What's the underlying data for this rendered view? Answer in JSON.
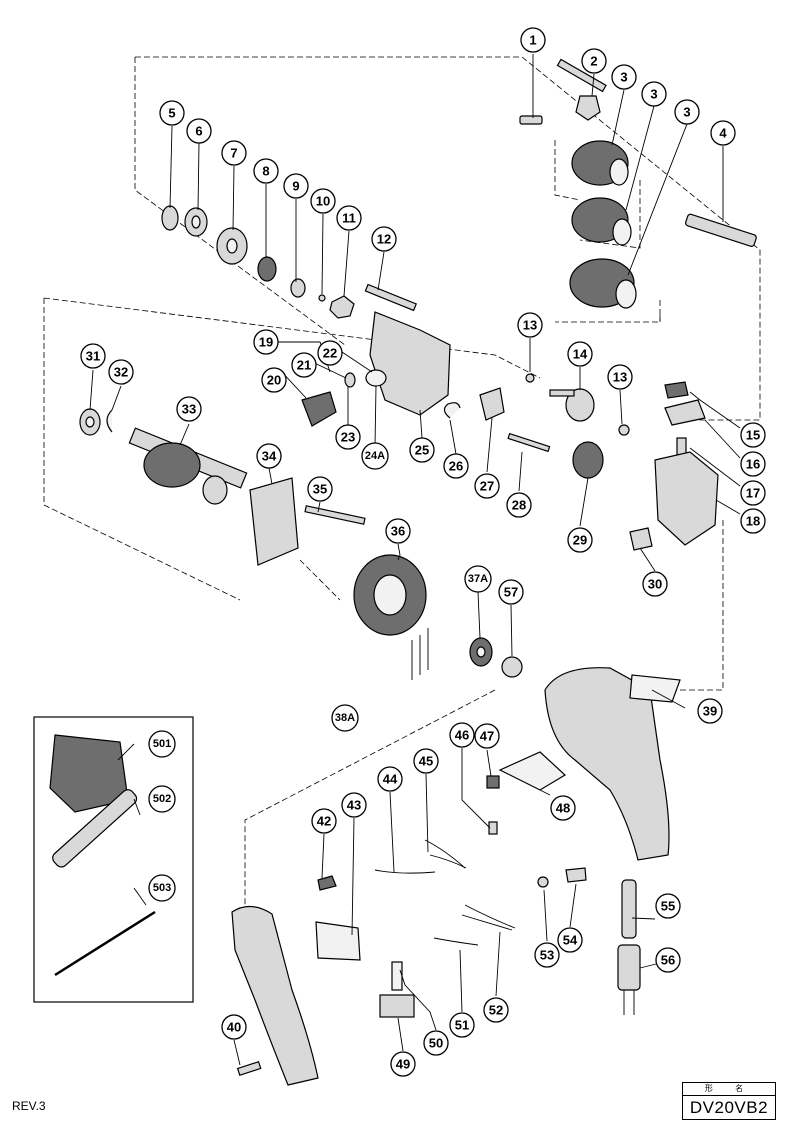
{
  "diagram": {
    "callouts": [
      {
        "label": "1"
      },
      {
        "label": "2"
      },
      {
        "label": "3"
      },
      {
        "label": "3"
      },
      {
        "label": "3"
      },
      {
        "label": "4"
      },
      {
        "label": "5"
      },
      {
        "label": "6"
      },
      {
        "label": "7"
      },
      {
        "label": "8"
      },
      {
        "label": "9"
      },
      {
        "label": "10"
      },
      {
        "label": "11"
      },
      {
        "label": "12"
      },
      {
        "label": "13"
      },
      {
        "label": "13"
      },
      {
        "label": "14"
      },
      {
        "label": "15"
      },
      {
        "label": "16"
      },
      {
        "label": "17"
      },
      {
        "label": "18"
      },
      {
        "label": "19"
      },
      {
        "label": "20"
      },
      {
        "label": "21"
      },
      {
        "label": "22"
      },
      {
        "label": "23"
      },
      {
        "label": "24A"
      },
      {
        "label": "25"
      },
      {
        "label": "26"
      },
      {
        "label": "27"
      },
      {
        "label": "28"
      },
      {
        "label": "29"
      },
      {
        "label": "30"
      },
      {
        "label": "31"
      },
      {
        "label": "32"
      },
      {
        "label": "33"
      },
      {
        "label": "34"
      },
      {
        "label": "35"
      },
      {
        "label": "36"
      },
      {
        "label": "37A"
      },
      {
        "label": "57"
      },
      {
        "label": "39"
      },
      {
        "label": "38A"
      },
      {
        "label": "47"
      },
      {
        "label": "46"
      },
      {
        "label": "45"
      },
      {
        "label": "44"
      },
      {
        "label": "43"
      },
      {
        "label": "42"
      },
      {
        "label": "48"
      },
      {
        "label": "501"
      },
      {
        "label": "502"
      },
      {
        "label": "503"
      },
      {
        "label": "55"
      },
      {
        "label": "53"
      },
      {
        "label": "54"
      },
      {
        "label": "56"
      },
      {
        "label": "52"
      },
      {
        "label": "51"
      },
      {
        "label": "50"
      },
      {
        "label": "49"
      },
      {
        "label": "40"
      }
    ]
  },
  "footer": {
    "revision": "REV.3",
    "model_header": "形 名",
    "model_name": "DV20VB2"
  }
}
